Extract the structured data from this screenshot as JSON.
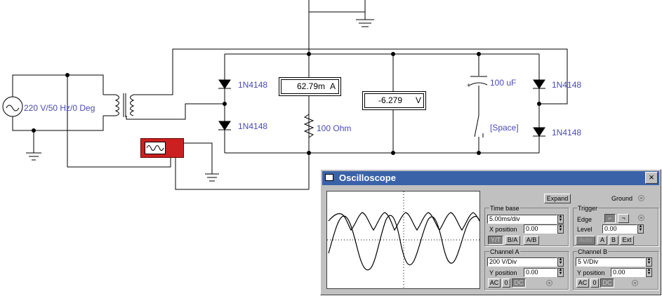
{
  "schematic": {
    "source_label": "220 V/50 Hz/0 Deg",
    "diode1": "1N4148",
    "diode2": "1N4148",
    "diode3": "1N4148",
    "diode4": "1N4148",
    "resistor": "100  Ohm",
    "capacitor": "100 uF",
    "switch_key": "[Space]",
    "ammeter_value": "62.79m",
    "ammeter_unit": "A",
    "voltmeter_value": "-6.279",
    "voltmeter_unit": "V",
    "cap_plus": "+"
  },
  "oscilloscope": {
    "title": "Oscilloscope",
    "close": "×",
    "expand": "Expand",
    "ground": "Ground",
    "time_base": {
      "label": "Time base",
      "value": "5.00ms/div",
      "xpos_label": "X position",
      "xpos_value": "0.00",
      "modes": [
        "Y/T",
        "B/A",
        "A/B"
      ]
    },
    "trigger": {
      "label": "Trigger",
      "edge_label": "Edge",
      "level_label": "Level",
      "level_value": "0.00",
      "modes": [
        "Auto",
        "A",
        "B",
        "Ext"
      ]
    },
    "channel_a": {
      "label": "Channel A",
      "value": "200 V/Div",
      "ypos_label": "Y position",
      "ypos_value": "0.00",
      "coupling": [
        "AC",
        "0",
        "DC"
      ]
    },
    "channel_b": {
      "label": "Channel B",
      "value": "5  V/Div",
      "ypos_label": "Y position",
      "ypos_value": "0.00",
      "coupling": [
        "AC",
        "0",
        "DC"
      ]
    }
  },
  "colors": {
    "wire": "#000000",
    "label": "#4a4ab8",
    "title_bar": "#3a62a8",
    "scope_icon": "#cc2020"
  }
}
